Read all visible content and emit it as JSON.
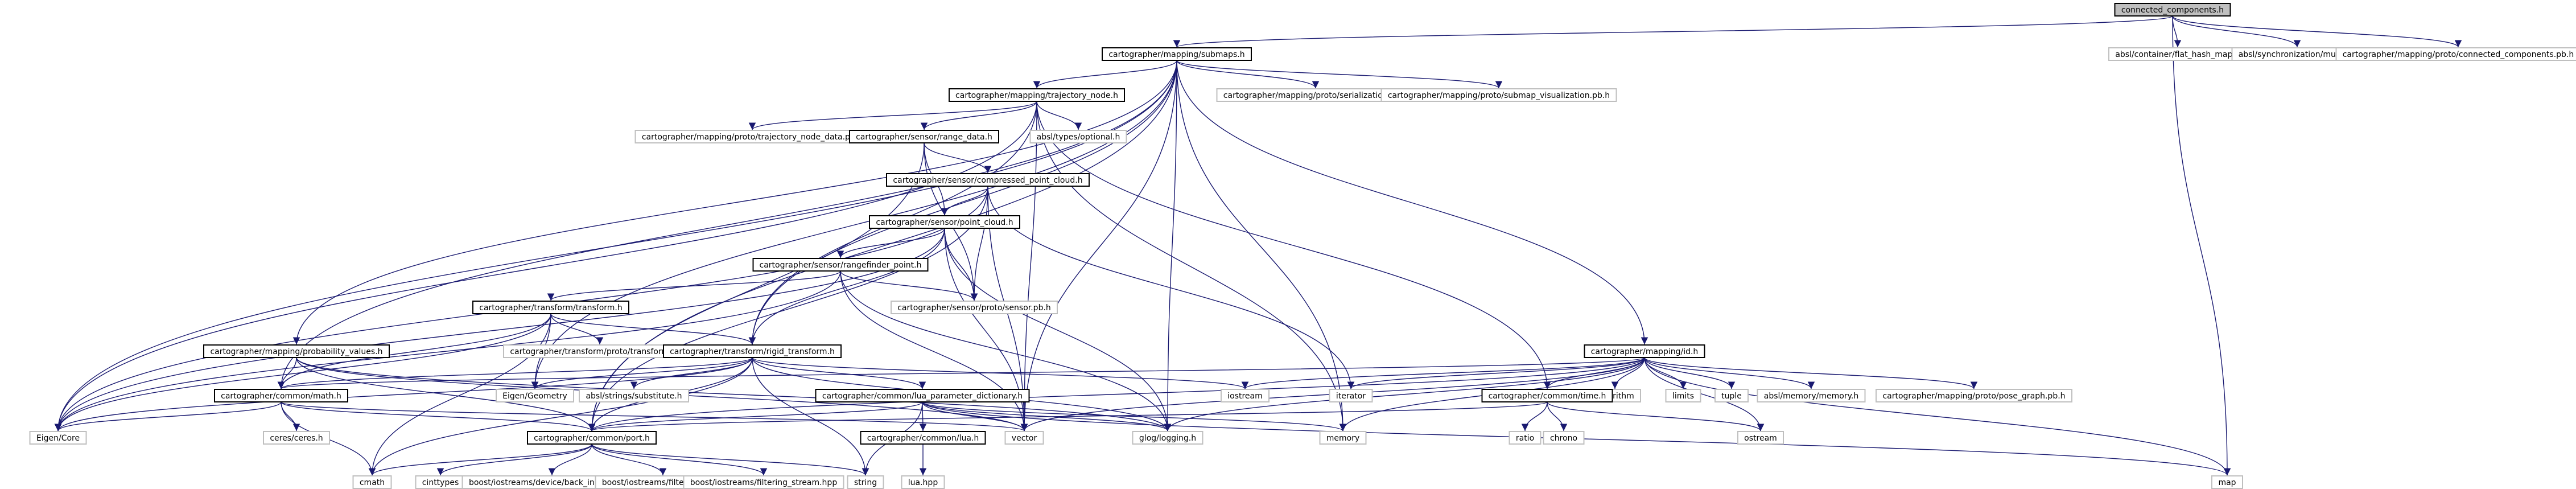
{
  "colors": {
    "background": "#ffffff",
    "edge": "#191970",
    "node_text": "#000000",
    "included_node_border": "#000000",
    "leaf_node_border": "#bfbfbf",
    "root_node_fill": "#bfbfbf"
  },
  "graph": {
    "nodes": [
      {
        "id": "connected_components",
        "label": "connected_components.h",
        "kind": "root"
      },
      {
        "id": "submap",
        "label": "cartographer/mapping/submaps.h",
        "kind": "include"
      },
      {
        "id": "flat_hash_map",
        "label": "absl/container/flat_hash_map.h",
        "kind": "leaf"
      },
      {
        "id": "mutex",
        "label": "absl/synchronization/mutex.h",
        "kind": "leaf"
      },
      {
        "id": "connected_components_pb",
        "label": "cartographer/mapping/proto/connected_components.pb.h",
        "kind": "leaf"
      },
      {
        "id": "map",
        "label": "map",
        "kind": "leaf"
      },
      {
        "id": "trajectory_node",
        "label": "cartographer/mapping/trajectory_node.h",
        "kind": "include"
      },
      {
        "id": "serialization_pb",
        "label": "cartographer/mapping/proto/serialization.pb.h",
        "kind": "leaf"
      },
      {
        "id": "submap_viz_pb",
        "label": "cartographer/mapping/proto/submap_visualization.pb.h",
        "kind": "leaf"
      },
      {
        "id": "trajectory_node_data_pb",
        "label": "cartographer/mapping/proto/trajectory_node_data.pb.h",
        "kind": "leaf"
      },
      {
        "id": "range_data",
        "label": "cartographer/sensor/range_data.h",
        "kind": "include"
      },
      {
        "id": "optional",
        "label": "absl/types/optional.h",
        "kind": "leaf"
      },
      {
        "id": "compressed_point_cloud",
        "label": "cartographer/sensor/compressed_point_cloud.h",
        "kind": "include"
      },
      {
        "id": "point_cloud",
        "label": "cartographer/sensor/point_cloud.h",
        "kind": "include"
      },
      {
        "id": "rangefinder_point",
        "label": "cartographer/sensor/rangefinder_point.h",
        "kind": "include"
      },
      {
        "id": "sensor_pb",
        "label": "cartographer/sensor/proto/sensor.pb.h",
        "kind": "leaf"
      },
      {
        "id": "transform",
        "label": "cartographer/transform/transform.h",
        "kind": "include"
      },
      {
        "id": "transform_pb",
        "label": "cartographer/transform/proto/transform.pb.h",
        "kind": "leaf"
      },
      {
        "id": "probability_values",
        "label": "cartographer/mapping/probability_values.h",
        "kind": "include"
      },
      {
        "id": "rigid_transform",
        "label": "cartographer/transform/rigid_transform.h",
        "kind": "include"
      },
      {
        "id": "eigen_geometry",
        "label": "Eigen/Geometry",
        "kind": "leaf"
      },
      {
        "id": "substitute",
        "label": "absl/strings/substitute.h",
        "kind": "leaf"
      },
      {
        "id": "lua_parameter_dictionary",
        "label": "cartographer/common/lua_parameter_dictionary.h",
        "kind": "include"
      },
      {
        "id": "common_math",
        "label": "cartographer/common/math.h",
        "kind": "include"
      },
      {
        "id": "eigen_core",
        "label": "Eigen/Core",
        "kind": "leaf"
      },
      {
        "id": "ceres",
        "label": "ceres/ceres.h",
        "kind": "leaf"
      },
      {
        "id": "port",
        "label": "cartographer/common/port.h",
        "kind": "include"
      },
      {
        "id": "cmath",
        "label": "cmath",
        "kind": "leaf"
      },
      {
        "id": "cinttypes",
        "label": "cinttypes",
        "kind": "leaf"
      },
      {
        "id": "back_inserter",
        "label": "boost/iostreams/device/back_inserter.hpp",
        "kind": "leaf"
      },
      {
        "id": "gzip",
        "label": "boost/iostreams/filter/gzip.hpp",
        "kind": "leaf"
      },
      {
        "id": "filtering_stream",
        "label": "boost/iostreams/filtering_stream.hpp",
        "kind": "leaf"
      },
      {
        "id": "string",
        "label": "string",
        "kind": "leaf"
      },
      {
        "id": "vector",
        "label": "vector",
        "kind": "leaf"
      },
      {
        "id": "common_lua",
        "label": "cartographer/common/lua.h",
        "kind": "include"
      },
      {
        "id": "lua_hpp",
        "label": "lua.hpp",
        "kind": "leaf"
      },
      {
        "id": "glog",
        "label": "glog/logging.h",
        "kind": "leaf"
      },
      {
        "id": "memory",
        "label": "memory",
        "kind": "leaf"
      },
      {
        "id": "iostream",
        "label": "iostream",
        "kind": "leaf"
      },
      {
        "id": "iterator",
        "label": "iterator",
        "kind": "leaf"
      },
      {
        "id": "mapping_id",
        "label": "cartographer/mapping/id.h",
        "kind": "include"
      },
      {
        "id": "algorithm",
        "label": "algorithm",
        "kind": "leaf"
      },
      {
        "id": "limits",
        "label": "limits",
        "kind": "leaf"
      },
      {
        "id": "tuple",
        "label": "tuple",
        "kind": "leaf"
      },
      {
        "id": "absl_memory",
        "label": "absl/memory/memory.h",
        "kind": "leaf"
      },
      {
        "id": "pose_graph_pb",
        "label": "cartographer/mapping/proto/pose_graph.pb.h",
        "kind": "leaf"
      },
      {
        "id": "common_time",
        "label": "cartographer/common/time.h",
        "kind": "include"
      },
      {
        "id": "ratio",
        "label": "ratio",
        "kind": "leaf"
      },
      {
        "id": "chrono",
        "label": "chrono",
        "kind": "leaf"
      },
      {
        "id": "ostream",
        "label": "ostream",
        "kind": "leaf"
      }
    ],
    "edges": [
      [
        "connected_components",
        "submap"
      ],
      [
        "connected_components",
        "flat_hash_map"
      ],
      [
        "connected_components",
        "mutex"
      ],
      [
        "connected_components",
        "connected_components_pb"
      ],
      [
        "connected_components",
        "map"
      ],
      [
        "submap",
        "trajectory_node"
      ],
      [
        "submap",
        "serialization_pb"
      ],
      [
        "submap",
        "submap_viz_pb"
      ],
      [
        "submap",
        "mapping_id"
      ],
      [
        "submap",
        "probability_values"
      ],
      [
        "submap",
        "rigid_transform"
      ],
      [
        "submap",
        "eigen_core"
      ],
      [
        "submap",
        "eigen_geometry"
      ],
      [
        "submap",
        "common_math"
      ],
      [
        "submap",
        "port"
      ],
      [
        "submap",
        "vector"
      ],
      [
        "submap",
        "memory"
      ],
      [
        "submap",
        "glog"
      ],
      [
        "trajectory_node",
        "trajectory_node_data_pb"
      ],
      [
        "trajectory_node",
        "range_data"
      ],
      [
        "trajectory_node",
        "optional"
      ],
      [
        "trajectory_node",
        "common_time"
      ],
      [
        "trajectory_node",
        "rigid_transform"
      ],
      [
        "trajectory_node",
        "eigen_core"
      ],
      [
        "trajectory_node",
        "vector"
      ],
      [
        "trajectory_node",
        "memory"
      ],
      [
        "range_data",
        "compressed_point_cloud"
      ],
      [
        "range_data",
        "point_cloud"
      ],
      [
        "range_data",
        "sensor_pb"
      ],
      [
        "range_data",
        "port"
      ],
      [
        "compressed_point_cloud",
        "point_cloud"
      ],
      [
        "compressed_point_cloud",
        "sensor_pb"
      ],
      [
        "compressed_point_cloud",
        "iterator"
      ],
      [
        "compressed_point_cloud",
        "port"
      ],
      [
        "compressed_point_cloud",
        "vector"
      ],
      [
        "compressed_point_cloud",
        "eigen_core"
      ],
      [
        "point_cloud",
        "rangefinder_point"
      ],
      [
        "point_cloud",
        "rigid_transform"
      ],
      [
        "point_cloud",
        "sensor_pb"
      ],
      [
        "point_cloud",
        "vector"
      ],
      [
        "point_cloud",
        "glog"
      ],
      [
        "point_cloud",
        "eigen_core"
      ],
      [
        "rangefinder_point",
        "transform"
      ],
      [
        "rangefinder_point",
        "sensor_pb"
      ],
      [
        "rangefinder_point",
        "glog"
      ],
      [
        "rangefinder_point",
        "eigen_core"
      ],
      [
        "rangefinder_point",
        "vector"
      ],
      [
        "transform",
        "transform_pb"
      ],
      [
        "transform",
        "rigid_transform"
      ],
      [
        "transform",
        "common_math"
      ],
      [
        "transform",
        "eigen_core"
      ],
      [
        "transform",
        "eigen_geometry"
      ],
      [
        "transform",
        "cmath"
      ],
      [
        "probability_values",
        "common_math"
      ],
      [
        "probability_values",
        "port"
      ],
      [
        "probability_values",
        "vector"
      ],
      [
        "probability_values",
        "glog"
      ],
      [
        "rigid_transform",
        "eigen_core"
      ],
      [
        "rigid_transform",
        "eigen_geometry"
      ],
      [
        "rigid_transform",
        "substitute"
      ],
      [
        "rigid_transform",
        "lua_parameter_dictionary"
      ],
      [
        "rigid_transform",
        "common_math"
      ],
      [
        "rigid_transform",
        "port"
      ],
      [
        "rigid_transform",
        "string"
      ],
      [
        "rigid_transform",
        "cmath"
      ],
      [
        "rigid_transform",
        "iostream"
      ],
      [
        "rigid_transform",
        "glog"
      ],
      [
        "lua_parameter_dictionary",
        "port"
      ],
      [
        "lua_parameter_dictionary",
        "common_lua"
      ],
      [
        "lua_parameter_dictionary",
        "map"
      ],
      [
        "lua_parameter_dictionary",
        "memory"
      ],
      [
        "lua_parameter_dictionary",
        "string"
      ],
      [
        "lua_parameter_dictionary",
        "vector"
      ],
      [
        "lua_parameter_dictionary",
        "glog"
      ],
      [
        "common_lua",
        "lua_hpp"
      ],
      [
        "common_math",
        "port"
      ],
      [
        "common_math",
        "eigen_core"
      ],
      [
        "common_math",
        "ceres"
      ],
      [
        "common_math",
        "cmath"
      ],
      [
        "common_math",
        "vector"
      ],
      [
        "port",
        "cmath"
      ],
      [
        "port",
        "cinttypes"
      ],
      [
        "port",
        "back_inserter"
      ],
      [
        "port",
        "gzip"
      ],
      [
        "port",
        "filtering_stream"
      ],
      [
        "port",
        "string"
      ],
      [
        "mapping_id",
        "algorithm"
      ],
      [
        "mapping_id",
        "limits"
      ],
      [
        "mapping_id",
        "tuple"
      ],
      [
        "mapping_id",
        "absl_memory"
      ],
      [
        "mapping_id",
        "pose_graph_pb"
      ],
      [
        "mapping_id",
        "common_time"
      ],
      [
        "mapping_id",
        "port"
      ],
      [
        "mapping_id",
        "iostream"
      ],
      [
        "mapping_id",
        "iterator"
      ],
      [
        "mapping_id",
        "map"
      ],
      [
        "mapping_id",
        "memory"
      ],
      [
        "mapping_id",
        "ostream"
      ],
      [
        "mapping_id",
        "vector"
      ],
      [
        "mapping_id",
        "glog"
      ],
      [
        "mapping_id",
        "common_math"
      ],
      [
        "common_time",
        "port"
      ],
      [
        "common_time",
        "ratio"
      ],
      [
        "common_time",
        "chrono"
      ],
      [
        "common_time",
        "ostream"
      ]
    ]
  }
}
